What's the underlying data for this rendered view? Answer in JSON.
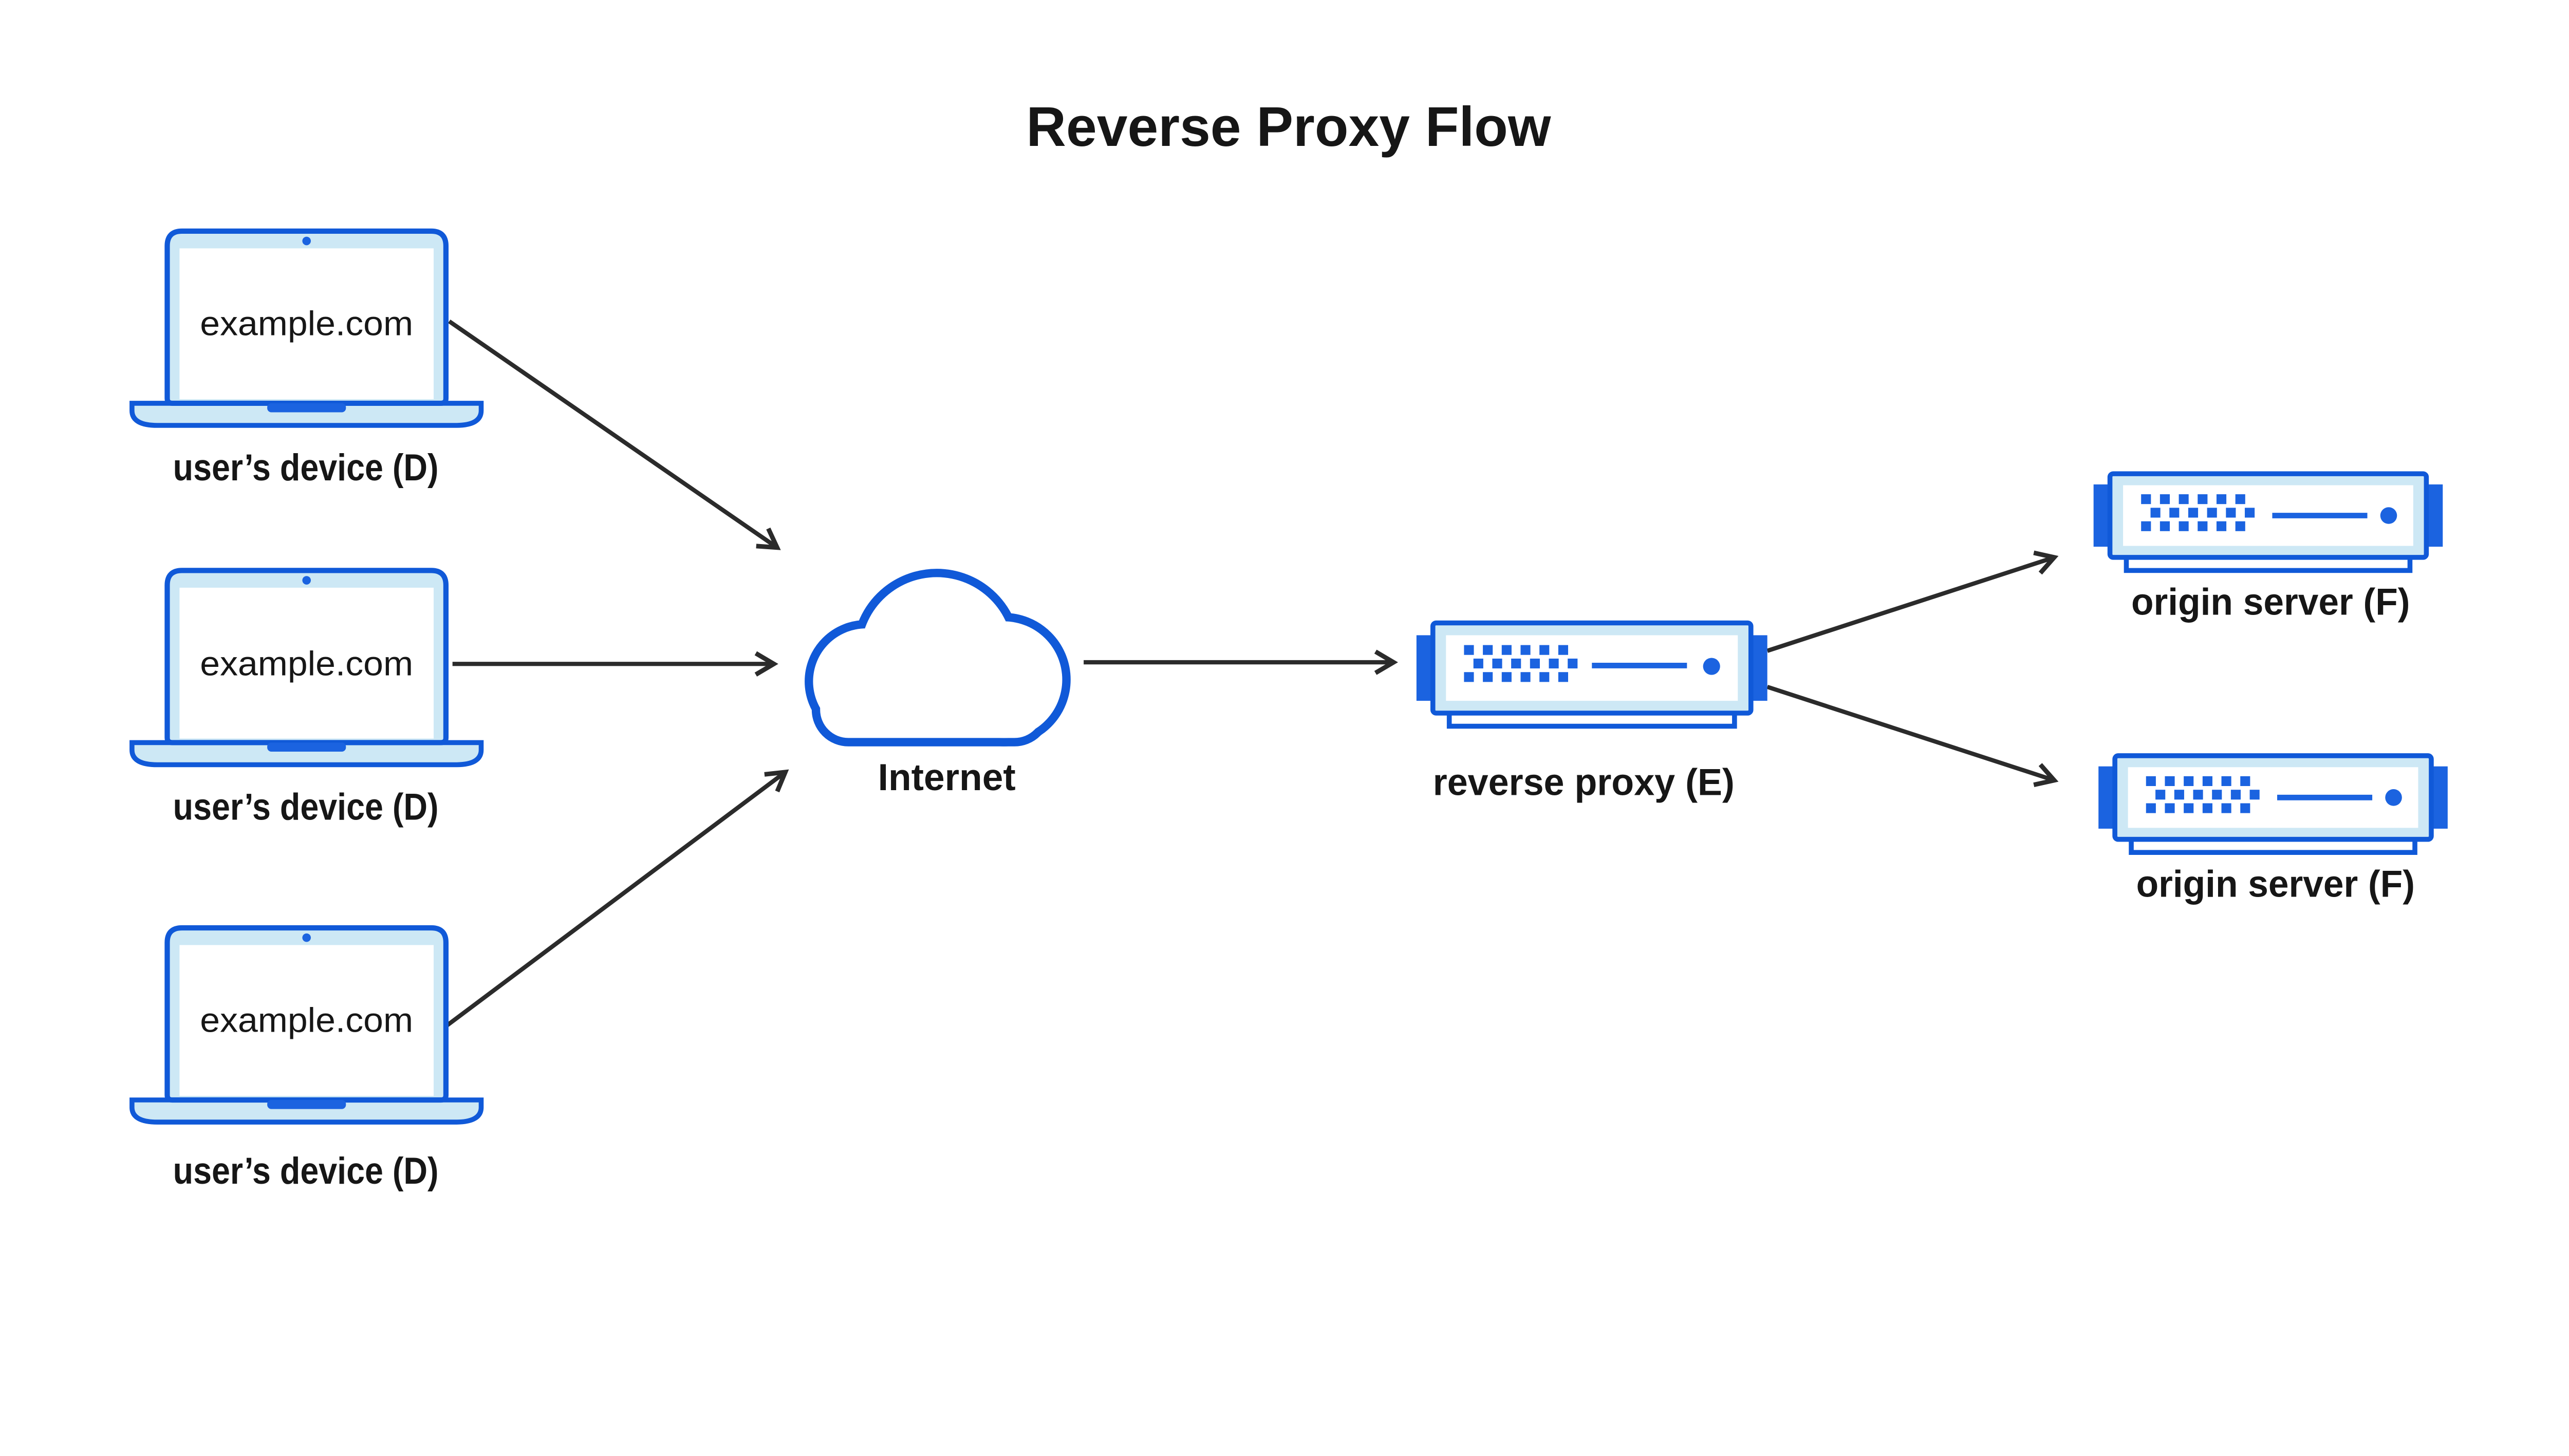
{
  "title": "Reverse Proxy Flow",
  "nodes": {
    "devices": [
      {
        "screen_text": "example.com",
        "label": "user’s device (D)"
      },
      {
        "screen_text": "example.com",
        "label": "user’s device (D)"
      },
      {
        "screen_text": "example.com",
        "label": "user’s device (D)"
      }
    ],
    "internet": {
      "label": "Internet"
    },
    "reverse_proxy": {
      "label": "reverse proxy (E)"
    },
    "origin_servers": [
      {
        "label": "origin server (F)"
      },
      {
        "label": "origin server (F)"
      }
    ]
  },
  "edges": [
    "user's device (D) -> Internet",
    "user's device (D) -> Internet",
    "user's device (D) -> Internet",
    "Internet -> reverse proxy (E)",
    "reverse proxy (E) -> origin server (F)",
    "reverse proxy (E) -> origin server (F)"
  ],
  "colors": {
    "outline_blue": "#1059d8",
    "accent_blue": "#1b63e0",
    "light_blue_fill": "#cde8f5",
    "arrow": "#2b2b2b",
    "text": "#161616",
    "background": "#ffffff"
  }
}
